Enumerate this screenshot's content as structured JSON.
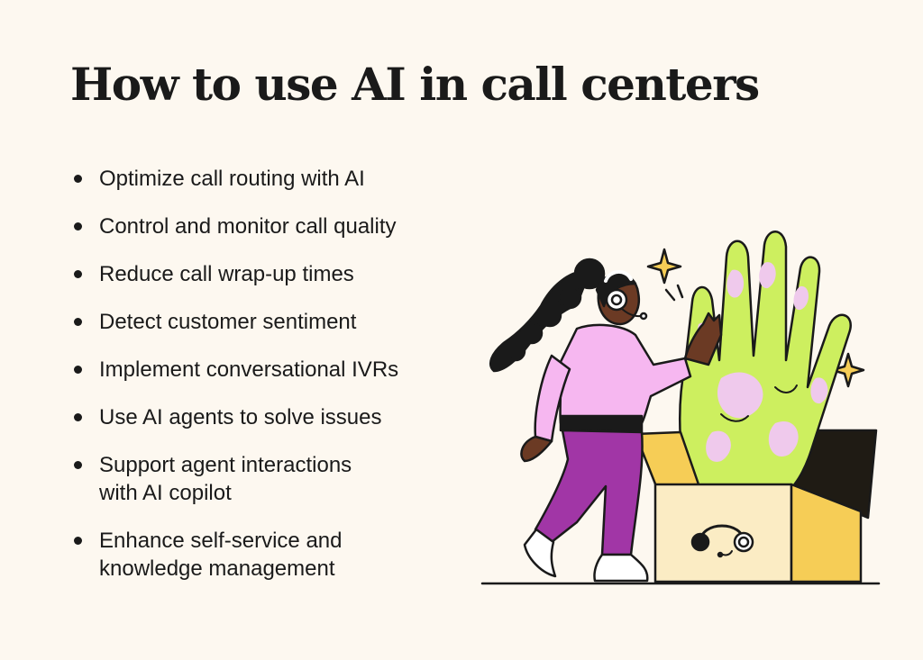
{
  "title": "How to use AI in call centers",
  "items": [
    {
      "label": "Optimize call routing with AI"
    },
    {
      "label": "Control and monitor call quality"
    },
    {
      "label": "Reduce call wrap-up times"
    },
    {
      "label": "Detect customer sentiment"
    },
    {
      "label": "Implement conversational IVRs"
    },
    {
      "label": "Use AI agents to solve issues"
    },
    {
      "label": "Support agent interactions\nwith AI copilot"
    },
    {
      "label": "Enhance self-service and\nknowledge management"
    }
  ],
  "colors": {
    "background": "#fdf8f0",
    "text": "#1a1a1a",
    "sweater": "#f6b7f0",
    "pants": "#a136a6",
    "box_front": "#fbecc4",
    "box_side": "#f6cd56",
    "hand_green": "#cdef5f",
    "hand_pink": "#efc9ec"
  },
  "illustration": {
    "description_icons": [
      "agent-figure",
      "headset-icon",
      "robot-hand",
      "sparkle-icon",
      "box"
    ]
  }
}
